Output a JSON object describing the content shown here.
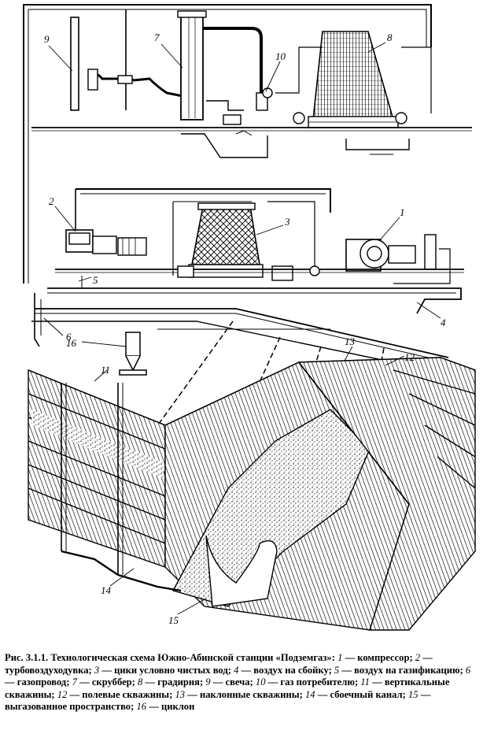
{
  "figure": {
    "labels": {
      "n1": "1",
      "n2": "2",
      "n3": "3",
      "n4": "4",
      "n5": "5",
      "n6": "6",
      "n7": "7",
      "n8": "8",
      "n9": "9",
      "n10": "10",
      "n11": "11",
      "n12": "12",
      "n13": "13",
      "n14": "14",
      "n15": "15",
      "n16": "16"
    }
  },
  "caption": {
    "title": "Рис. 3.1.1. Технологическая схема Южно-Абинской станции «Подземгаз»:",
    "items": [
      {
        "num": "1",
        "text": "компрессор"
      },
      {
        "num": "2",
        "text": "турбовоздуходувка"
      },
      {
        "num": "3",
        "text": "цики условно чистых вод"
      },
      {
        "num": "4",
        "text": "воздух на сбойку"
      },
      {
        "num": "5",
        "text": "воздух на газификацию"
      },
      {
        "num": "6",
        "text": "газопровод"
      },
      {
        "num": "7",
        "text": "скруббер"
      },
      {
        "num": "8",
        "text": "градирня"
      },
      {
        "num": "9",
        "text": "свеча"
      },
      {
        "num": "10",
        "text": "газ потребителю"
      },
      {
        "num": "11",
        "text": "вертикальные скважины"
      },
      {
        "num": "12",
        "text": "полевые скважины"
      },
      {
        "num": "13",
        "text": "наклонные скважины"
      },
      {
        "num": "14",
        "text": "сбоечный канал"
      },
      {
        "num": "15",
        "text": "выгазованное пространство"
      },
      {
        "num": "16",
        "text": "циклон"
      }
    ],
    "dash": "—"
  }
}
